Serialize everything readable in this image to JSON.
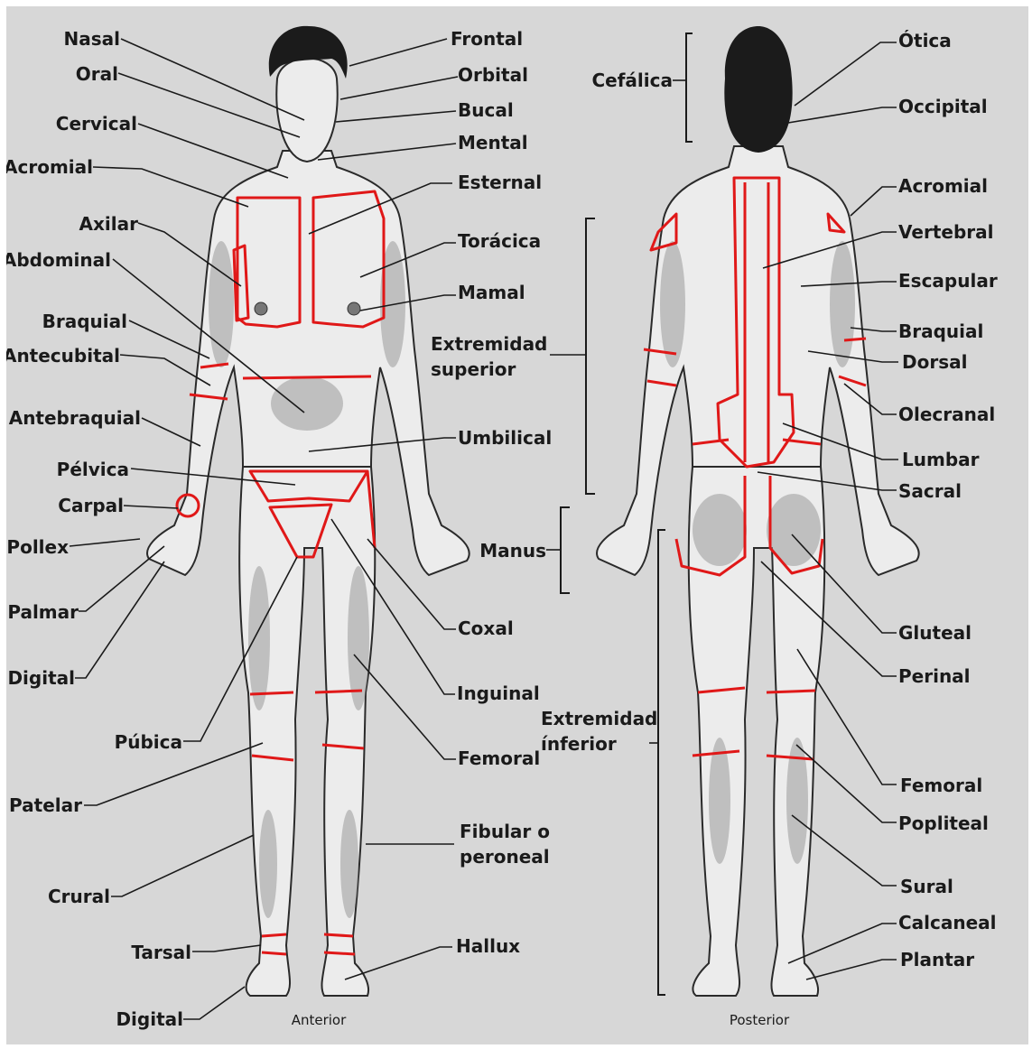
{
  "captions": {
    "anterior": "Anterior",
    "posterior": "Posterior"
  },
  "anterior": {
    "left": [
      "Nasal",
      "Oral",
      "Cervical",
      "Acromial",
      "Axilar",
      "Abdominal",
      "Braquial",
      "Antecubital",
      "Antebraquial",
      "Pélvica",
      "Carpal",
      "Pollex",
      "Palmar",
      "Digital",
      "Púbica",
      "Patelar",
      "Crural",
      "Tarsal",
      "Digital"
    ],
    "right": [
      "Frontal",
      "Orbital",
      "Bucal",
      "Mental",
      "Esternal",
      "Torácica",
      "Mamal",
      "Umbilical",
      "Coxal",
      "Inguinal",
      "Femoral",
      "Fibular o",
      "peroneal",
      "Hallux"
    ]
  },
  "posterior": {
    "left": [
      "Cefálica",
      "Extremidad",
      "superior",
      "Manus",
      "Extremidad",
      "ínferior"
    ],
    "right": [
      "Ótica",
      "Occipital",
      "Acromial",
      "Vertebral",
      "Escapular",
      "Braquial",
      "Dorsal",
      "Olecranal",
      "Lumbar",
      "Sacral",
      "Gluteal",
      "Perinal",
      "Femoral",
      "Popliteal",
      "Sural",
      "Calcaneal",
      "Plantar"
    ]
  }
}
